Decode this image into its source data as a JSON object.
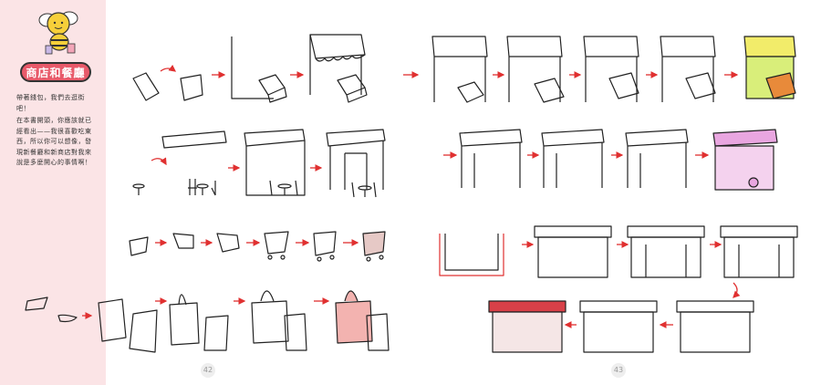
{
  "sidebar": {
    "title": "商店和餐廳",
    "intro_paragraphs": [
      "帶著錢包，我們去逛街吧！",
      "在本書開頭，你應該就已經看出——我很喜歡吃東西，所以你可以想像，發現新餐廳和新商店對我來說是多麼開心的事情啊！"
    ]
  },
  "pages": {
    "left_number": "42",
    "right_number": "43"
  },
  "colors": {
    "sidebar_bg": "#fbe4e6",
    "accent_red": "#e03030",
    "awning_yellow": "#f2ec6a",
    "shop_green": "#d9ee7a",
    "pink_shop": "#e9a6e0",
    "bag_pink": "#f3b3b0"
  }
}
